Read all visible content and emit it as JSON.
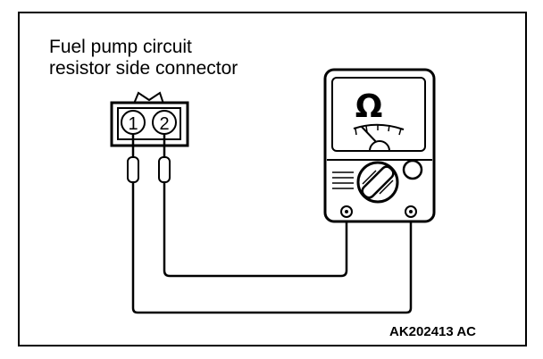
{
  "diagram": {
    "title_lines": [
      "Fuel pump circuit",
      "resistor side connector"
    ],
    "figure_code": "AK202413 AC",
    "connector": {
      "terminals": [
        "1",
        "2"
      ]
    },
    "meter": {
      "symbol": "Ω",
      "icon": "ohmmeter-icon"
    },
    "colors": {
      "line": "#000000",
      "background": "#ffffff"
    }
  }
}
